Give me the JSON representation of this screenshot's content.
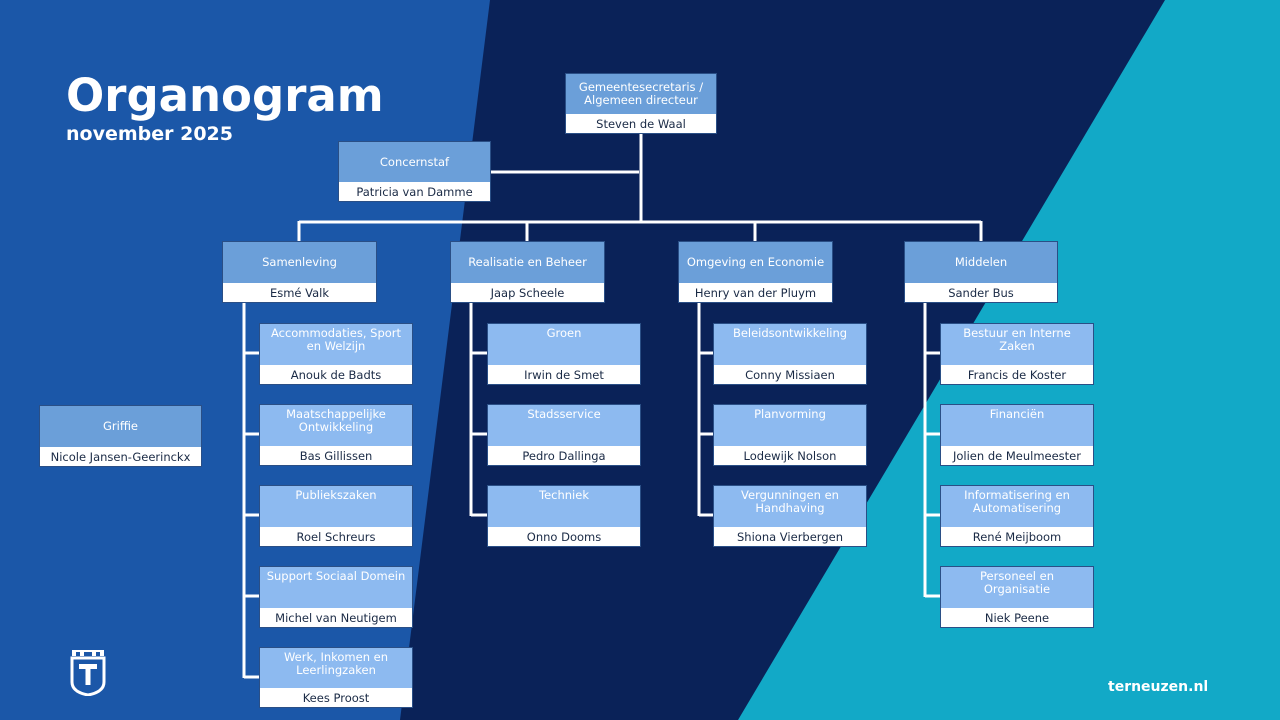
{
  "slide": {
    "title": "Organogram",
    "subtitle": "november 2025",
    "website": "terneuzen.nl",
    "colors": {
      "bg_blue": "#1b57a8",
      "bg_navy": "#0a2258",
      "bg_cyan": "#12a9c7",
      "header_dark": "#6b9fd9",
      "header_light": "#8dbaf0",
      "line": "#ffffff"
    }
  },
  "top": {
    "title": "Gemeentesecretaris / Algemeen directeur",
    "name": "Steven de Waal"
  },
  "staff": {
    "title": "Concernstaf",
    "name": "Patricia van Damme"
  },
  "griffie": {
    "title": "Griffie",
    "name": "Nicole Jansen-Geerinckx"
  },
  "domains": [
    {
      "title": "Samenleving",
      "name": "Esmé Valk",
      "teams": [
        {
          "title": "Accommodaties, Sport en Welzijn",
          "name": "Anouk de Badts"
        },
        {
          "title": "Maatschappelijke Ontwikkeling",
          "name": "Bas Gillissen"
        },
        {
          "title": "Publiekszaken",
          "name": "Roel Schreurs"
        },
        {
          "title": "Support Sociaal Domein",
          "name": "Michel van Neutigem"
        },
        {
          "title": "Werk, Inkomen en Leerlingzaken",
          "name": "Kees Proost"
        }
      ]
    },
    {
      "title": "Realisatie en Beheer",
      "name": "Jaap Scheele",
      "teams": [
        {
          "title": "Groen",
          "name": "Irwin de Smet"
        },
        {
          "title": "Stadsservice",
          "name": "Pedro Dallinga"
        },
        {
          "title": "Techniek",
          "name": "Onno Dooms"
        }
      ]
    },
    {
      "title": "Omgeving en Economie",
      "name": "Henry van der Pluym",
      "teams": [
        {
          "title": "Beleidsontwikkeling",
          "name": "Conny Missiaen"
        },
        {
          "title": "Planvorming",
          "name": "Lodewijk Nolson"
        },
        {
          "title": "Vergunningen en Handhaving",
          "name": "Shiona Vierbergen"
        }
      ]
    },
    {
      "title": "Middelen",
      "name": "Sander Bus",
      "teams": [
        {
          "title": "Bestuur en Interne Zaken",
          "name": "Francis de Koster"
        },
        {
          "title": "Financiën",
          "name": "Jolien de Meulmeester"
        },
        {
          "title": "Informatisering en Automatisering",
          "name": "René Meijboom"
        },
        {
          "title": "Personeel en Organisatie",
          "name": "Niek Peene"
        }
      ]
    }
  ]
}
